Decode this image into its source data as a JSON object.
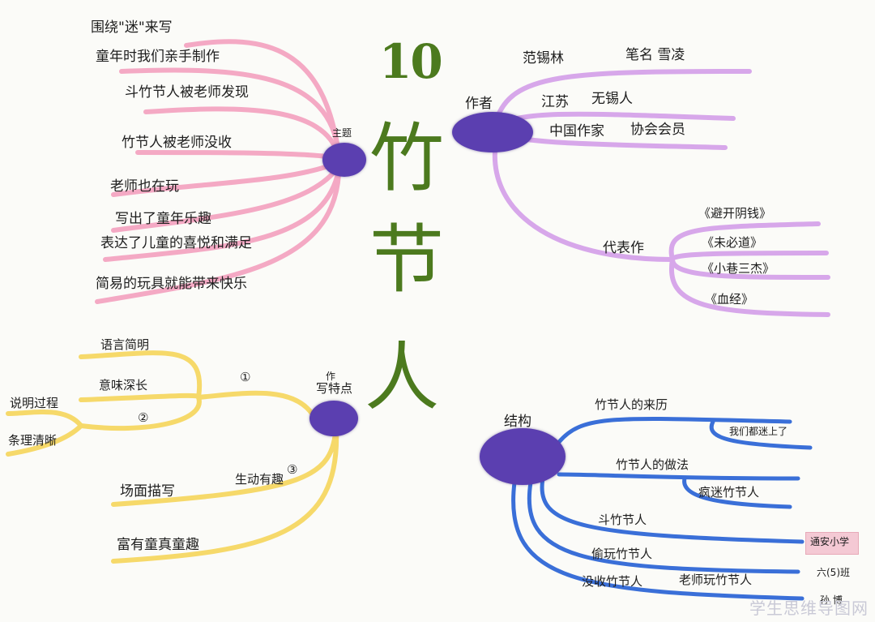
{
  "title": {
    "number": "10",
    "chars": [
      "竹",
      "节",
      "人"
    ]
  },
  "colors": {
    "title": "#4c7a1e",
    "node": "#5b3fb0",
    "theme_branch": "#f4a9c4",
    "author_branch": "#d7a7ea",
    "writing_branch": "#f6d96a",
    "structure_branch": "#3a6fd8"
  },
  "theme": {
    "label": "主题",
    "items": [
      "围绕\"迷\"来写",
      "童年时我们亲手制作",
      "斗竹节人被老师发现",
      "竹节人被老师没收",
      "老师也在玩",
      "写出了童年乐趣",
      "表达了儿童的喜悦和满足",
      "简易的玩具就能带来快乐"
    ]
  },
  "author": {
    "label": "作者",
    "name": "范锡林",
    "pen_name": "笔名 雪凌",
    "hometown_a": "江苏",
    "hometown_b": "无锡人",
    "org_a": "中国作家",
    "org_b": "协会会员",
    "works_label": "代表作",
    "works": [
      "《避开阴钱》",
      "《未必道》",
      "《小巷三杰》",
      "《血经》"
    ]
  },
  "writing": {
    "label_top": "作",
    "label": "写特点",
    "point1_mark": "①",
    "point1_items": [
      "语言简明",
      "意味深长"
    ],
    "point2_mark": "②",
    "point2_items": [
      "说明过程",
      "条理清晰"
    ],
    "point3_label": "生动有趣",
    "point3_mark": "③",
    "point3_items": [
      "场面描写",
      "富有童真童趣"
    ]
  },
  "structure": {
    "label": "结构",
    "items": [
      "竹节人的来历",
      "我们都迷上了",
      "竹节人的做法",
      "疯迷竹节人",
      "斗竹节人",
      "偷玩竹节人",
      "没收竹节人",
      "老师玩竹节人"
    ]
  },
  "stamp": {
    "school": "通安小学",
    "class": "六(5)班",
    "name": "孙 博"
  },
  "watermark": "学生思维导图网"
}
